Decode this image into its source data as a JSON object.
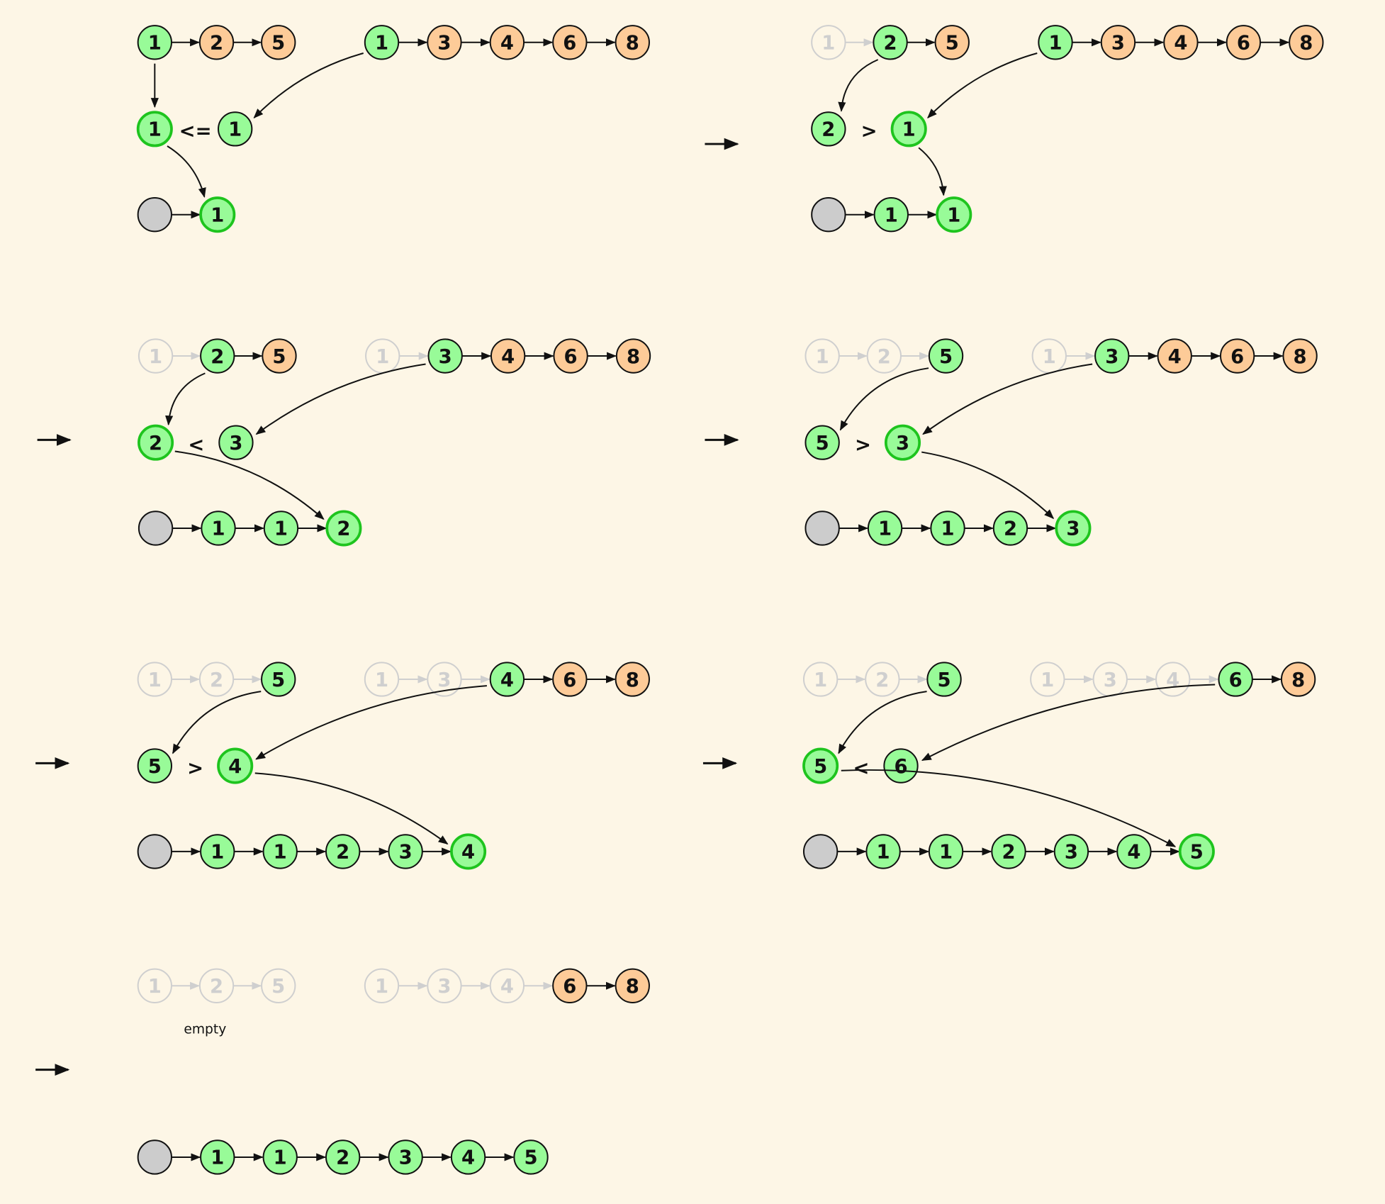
{
  "title": "Merge two sorted linked lists step by step",
  "colors": {
    "background": "#fdf6e6",
    "green": "#98fb98",
    "orange": "#fdcb98",
    "dummy": "#cccccc",
    "faded": "#cfcfcf",
    "highlight_stroke": "#1ec41e",
    "stroke": "#111111"
  },
  "panels": [
    {
      "list1": {
        "values": [
          "1",
          "2",
          "5"
        ],
        "states": [
          "green",
          "orange",
          "orange"
        ],
        "active": 0
      },
      "list2": {
        "values": [
          "1",
          "3",
          "4",
          "6",
          "8"
        ],
        "states": [
          "green",
          "orange",
          "orange",
          "orange",
          "orange"
        ],
        "active": 0
      },
      "compare": {
        "left": "1",
        "op": "<=",
        "right": "1",
        "chosen": "left"
      },
      "result": [
        "1"
      ],
      "result_highlight_last": true
    },
    {
      "list1": {
        "values": [
          "1",
          "2",
          "5"
        ],
        "states": [
          "faded",
          "green",
          "orange"
        ],
        "active": 1
      },
      "list2": {
        "values": [
          "1",
          "3",
          "4",
          "6",
          "8"
        ],
        "states": [
          "green",
          "orange",
          "orange",
          "orange",
          "orange"
        ],
        "active": 0
      },
      "compare": {
        "left": "2",
        "op": ">",
        "right": "1",
        "chosen": "right"
      },
      "result": [
        "1",
        "1"
      ],
      "result_highlight_last": true
    },
    {
      "list1": {
        "values": [
          "1",
          "2",
          "5"
        ],
        "states": [
          "faded",
          "green",
          "orange"
        ],
        "active": 1
      },
      "list2": {
        "values": [
          "1",
          "3",
          "4",
          "6",
          "8"
        ],
        "states": [
          "faded",
          "green",
          "orange",
          "orange",
          "orange"
        ],
        "active": 1
      },
      "compare": {
        "left": "2",
        "op": "<",
        "right": "3",
        "chosen": "left"
      },
      "result": [
        "1",
        "1",
        "2"
      ],
      "result_highlight_last": true
    },
    {
      "list1": {
        "values": [
          "1",
          "2",
          "5"
        ],
        "states": [
          "faded",
          "faded",
          "green"
        ],
        "active": 2
      },
      "list2": {
        "values": [
          "1",
          "3",
          "4",
          "6",
          "8"
        ],
        "states": [
          "faded",
          "green",
          "orange",
          "orange",
          "orange"
        ],
        "active": 1
      },
      "compare": {
        "left": "5",
        "op": ">",
        "right": "3",
        "chosen": "right"
      },
      "result": [
        "1",
        "1",
        "2",
        "3"
      ],
      "result_highlight_last": true
    },
    {
      "list1": {
        "values": [
          "1",
          "2",
          "5"
        ],
        "states": [
          "faded",
          "faded",
          "green"
        ],
        "active": 2
      },
      "list2": {
        "values": [
          "1",
          "3",
          "4",
          "6",
          "8"
        ],
        "states": [
          "faded",
          "faded",
          "green",
          "orange",
          "orange"
        ],
        "active": 2
      },
      "compare": {
        "left": "5",
        "op": ">",
        "right": "4",
        "chosen": "right"
      },
      "result": [
        "1",
        "1",
        "2",
        "3",
        "4"
      ],
      "result_highlight_last": true
    },
    {
      "list1": {
        "values": [
          "1",
          "2",
          "5"
        ],
        "states": [
          "faded",
          "faded",
          "green"
        ],
        "active": 2
      },
      "list2": {
        "values": [
          "1",
          "3",
          "4",
          "6",
          "8"
        ],
        "states": [
          "faded",
          "faded",
          "faded",
          "green",
          "orange"
        ],
        "active": 3
      },
      "compare": {
        "left": "5",
        "op": "<",
        "right": "6",
        "chosen": "left"
      },
      "result": [
        "1",
        "1",
        "2",
        "3",
        "4",
        "5"
      ],
      "result_highlight_last": true
    },
    {
      "list1": {
        "values": [
          "1",
          "2",
          "5"
        ],
        "states": [
          "faded",
          "faded",
          "faded"
        ],
        "active": null
      },
      "list2": {
        "values": [
          "1",
          "3",
          "4",
          "6",
          "8"
        ],
        "states": [
          "faded",
          "faded",
          "faded",
          "orange",
          "orange"
        ],
        "active": null
      },
      "note": "empty",
      "result": [
        "1",
        "1",
        "2",
        "3",
        "4",
        "5"
      ],
      "result_highlight_last": false
    }
  ]
}
